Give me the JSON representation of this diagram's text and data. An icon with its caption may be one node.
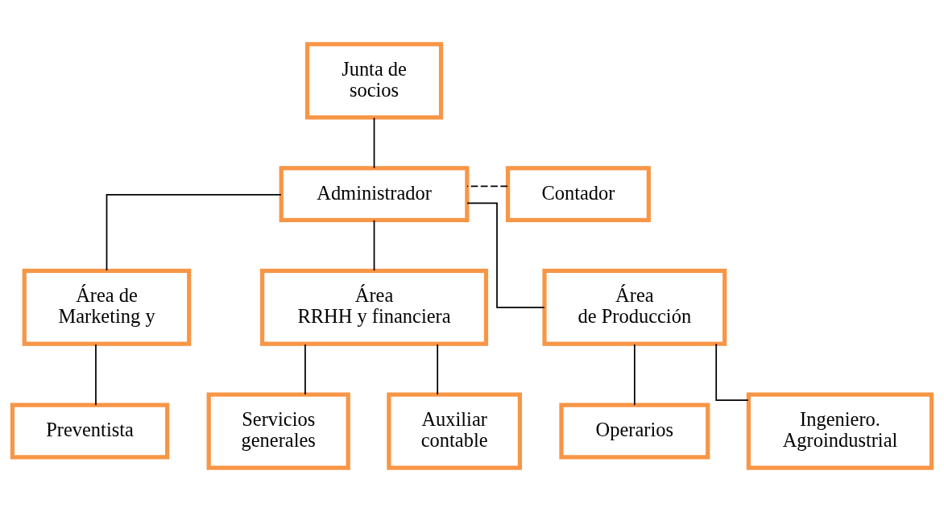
{
  "diagram": {
    "nodes": [
      {
        "text": [
          "Junta de socios"
        ]
      },
      {
        "text": [
          "Administrador"
        ]
      },
      {
        "text": [
          "Contador"
        ]
      },
      {
        "text": [
          "Área de Marketing y"
        ]
      },
      {
        "text": [
          "Área RRHH y financiera"
        ]
      },
      {
        "text": [
          "Área de Producción"
        ]
      },
      {
        "text": [
          "Preventista"
        ]
      },
      {
        "text": [
          "Servicios generales"
        ]
      },
      {
        "text": [
          "Auxiliar contable"
        ]
      },
      {
        "text": [
          "Operarios"
        ]
      },
      {
        "text": [
          "Ingeniero. Agroindustrial"
        ]
      }
    ],
    "edges": [
      {
        "from": 0,
        "to": 1,
        "arrow": "none"
      },
      {
        "from": 2,
        "to": 1,
        "arrow": "none",
        "style": "dashed"
      },
      {
        "from": 1,
        "to": 3,
        "arrow": "none"
      },
      {
        "from": 1,
        "to": 4,
        "arrow": "none"
      },
      {
        "from": 1,
        "to": 5,
        "arrow": "none"
      },
      {
        "from": 3,
        "to": 6,
        "arrow": "none"
      },
      {
        "from": 4,
        "to": 7,
        "arrow": "none"
      },
      {
        "from": 4,
        "to": 8,
        "arrow": "none"
      },
      {
        "from": 5,
        "to": 9,
        "arrow": "none"
      },
      {
        "from": 5,
        "to": 10,
        "arrow": "none"
      }
    ]
  }
}
